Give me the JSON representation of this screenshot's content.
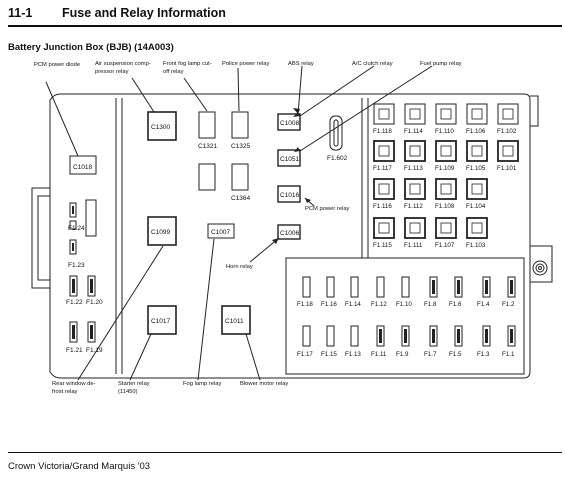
{
  "header": {
    "section": "11-1",
    "title": "Fuse and Relay Information"
  },
  "subtitle": "Battery Junction Box (BJB) (14A003)",
  "footer": "Crown Victoria/Grand Marquis '03",
  "callouts": {
    "pcm_diode": "PCM power diode",
    "air_susp_1": "Air suspension comp-",
    "air_susp_2": "pressor relay",
    "front_fog_1": "Front fog lamp cut-",
    "front_fog_2": "off relay",
    "police": "Police power relay",
    "abs": "ABS relay",
    "ac_clutch": "A/C clutch relay",
    "fuel_pump": "Fuel pump relay",
    "pcm_power": "PCM power relay",
    "horn": "Horn relay",
    "rear_def_1": "Rear window de-",
    "rear_def_2": "frost relay",
    "starter_1": "Starter relay",
    "starter_2": "(11450)",
    "fog_lamp": "Fog lamp relay",
    "blower": "Blower motor relay"
  },
  "left_module": {
    "c1018": "C1018",
    "f124": "F1.24",
    "f123": "F1.23",
    "f122": "F1.22",
    "f120": "F1.20",
    "f121": "F1.21",
    "f119": "F1.19"
  },
  "mid_module": {
    "c1300": "C1300",
    "c1321": "C1321",
    "c1325": "C1325",
    "c1364": "C1364",
    "c1099": "C1099",
    "c1007": "C1007",
    "c1017": "C1017",
    "c1011": "C1011"
  },
  "center_column": {
    "c1008": "C1008",
    "c1051": "C1051",
    "c1016": "C1016",
    "c1006": "C1006",
    "f1602": "F1.602"
  },
  "maxi_grid": {
    "r1": [
      "F1.118",
      "F1.114",
      "F1.110",
      "F1.106",
      "F1.102"
    ],
    "r2": [
      "F1.117",
      "F1.113",
      "F1.109",
      "F1.105",
      "F1.101"
    ],
    "r3": [
      "F1.116",
      "F1.112",
      "F1.108",
      "F1.104"
    ],
    "r4": [
      "F1.115",
      "F1.111",
      "F1.107",
      "F1.103"
    ]
  },
  "mini_grid": {
    "top": [
      "F1.18",
      "F1.16",
      "F1.14",
      "F1.12",
      "F1.10",
      "F1.8",
      "F1.6",
      "F1.4",
      "F1.2"
    ],
    "bot": [
      "F1.17",
      "F1.15",
      "F1.13",
      "F1.11",
      "F1.9",
      "F1.7",
      "F1.5",
      "F1.3",
      "F1.1"
    ]
  }
}
